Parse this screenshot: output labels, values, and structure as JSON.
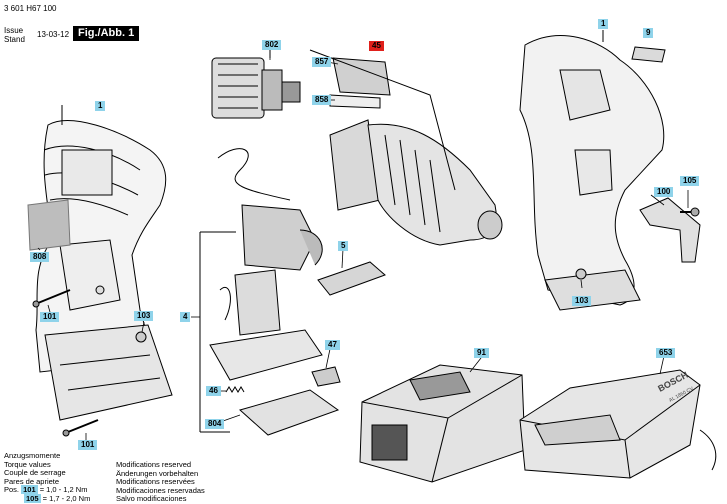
{
  "header": {
    "part_number": "3 601 H67 100",
    "issue_label": "Issue",
    "stand_label": "Stand",
    "issue_date": "13-03-12",
    "figure": "Fig./Abb. 1"
  },
  "callouts": {
    "c1a": "1",
    "c802": "802",
    "c45": "45",
    "c857": "857",
    "c858": "858",
    "c1b": "1",
    "c9": "9",
    "c100": "100",
    "c105": "105",
    "c808": "808",
    "c5": "5",
    "c4": "4",
    "c103a": "103",
    "c103b": "103",
    "c101a": "101",
    "c101b": "101",
    "c47": "47",
    "c46": "46",
    "c804": "804",
    "c91": "91",
    "c653": "653"
  },
  "torque": {
    "lines": [
      "Anzugsmomente",
      "Torque values",
      "Couple de serrage",
      "Pares de apriete"
    ],
    "pos_label": "Pos.",
    "row1_part": "101",
    "row1_value": "= 1,0 - 1,2 Nm",
    "row2_part": "105",
    "row2_value": "= 1,7 - 2,0 Nm"
  },
  "modifications": [
    "Modifications reserved",
    "Änderungen vorbehalten",
    "Modifications reservées",
    "Modificaciones reservadas",
    "Salvo modificaciones"
  ],
  "charger_brand": "BOSCH",
  "charger_model": "AL 1860 CV"
}
